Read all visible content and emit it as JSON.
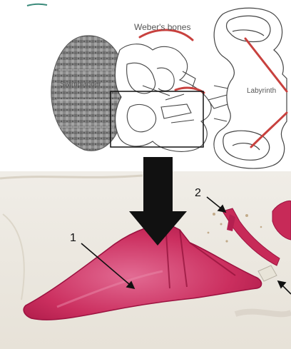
{
  "diagram": {
    "labels": {
      "top_title": "Weber's bones",
      "left": "Swimbladder",
      "right": "Labyrinth"
    },
    "micrograph": {
      "numbers": [
        "1",
        "2"
      ]
    },
    "colors": {
      "red_line": "#c8413e",
      "bone_stain": "#c72a58",
      "arrow": "#111111",
      "paper_bg": "#ffffff",
      "micro_bg": "#efece6"
    },
    "icons": [
      "down-arrow-icon"
    ]
  }
}
